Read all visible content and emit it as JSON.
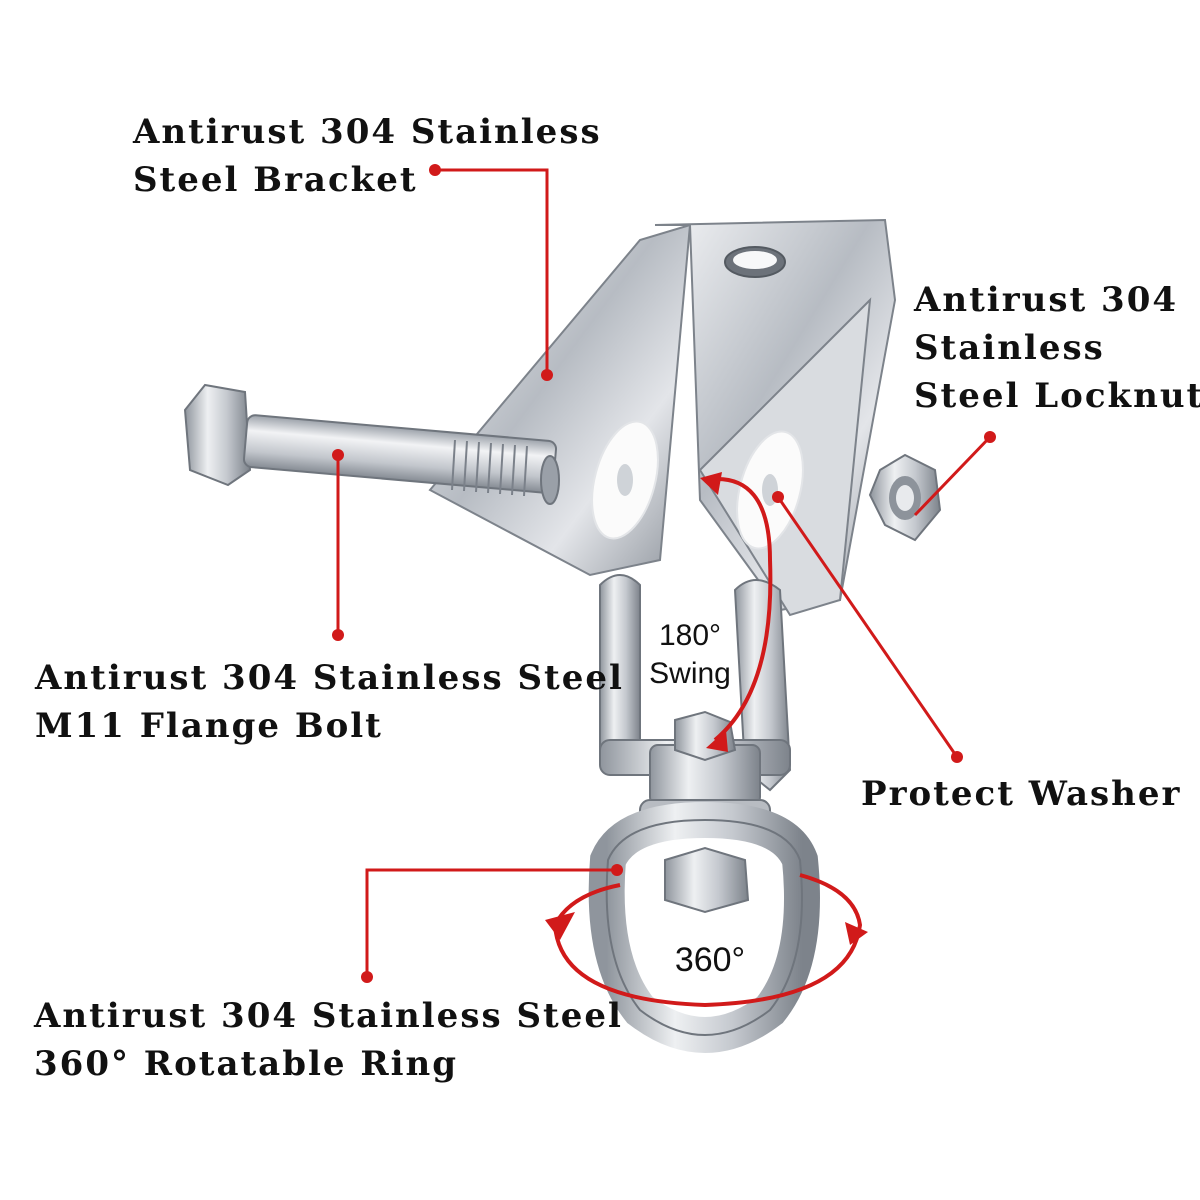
{
  "callouts": {
    "bracket": {
      "line1": "Antirust 304 Stainless",
      "line2": "Steel Bracket"
    },
    "locknut": {
      "line1": "Antirust 304",
      "line2": "Stainless",
      "line3": "Steel Locknut"
    },
    "bolt": {
      "line1": "Antirust 304 Stainless Steel",
      "line2": "M11 Flange Bolt"
    },
    "washer": {
      "line1": "Protect Washer"
    },
    "ring": {
      "line1": "Antirust 304 Stainless Steel",
      "line2": "360° Rotatable Ring"
    }
  },
  "annotations": {
    "swing": {
      "line1": "180°",
      "line2": "Swing"
    },
    "rotation": {
      "text": "360°"
    }
  },
  "colors": {
    "leader_line": "#d11a1a",
    "metal": "#c8ccd2"
  }
}
